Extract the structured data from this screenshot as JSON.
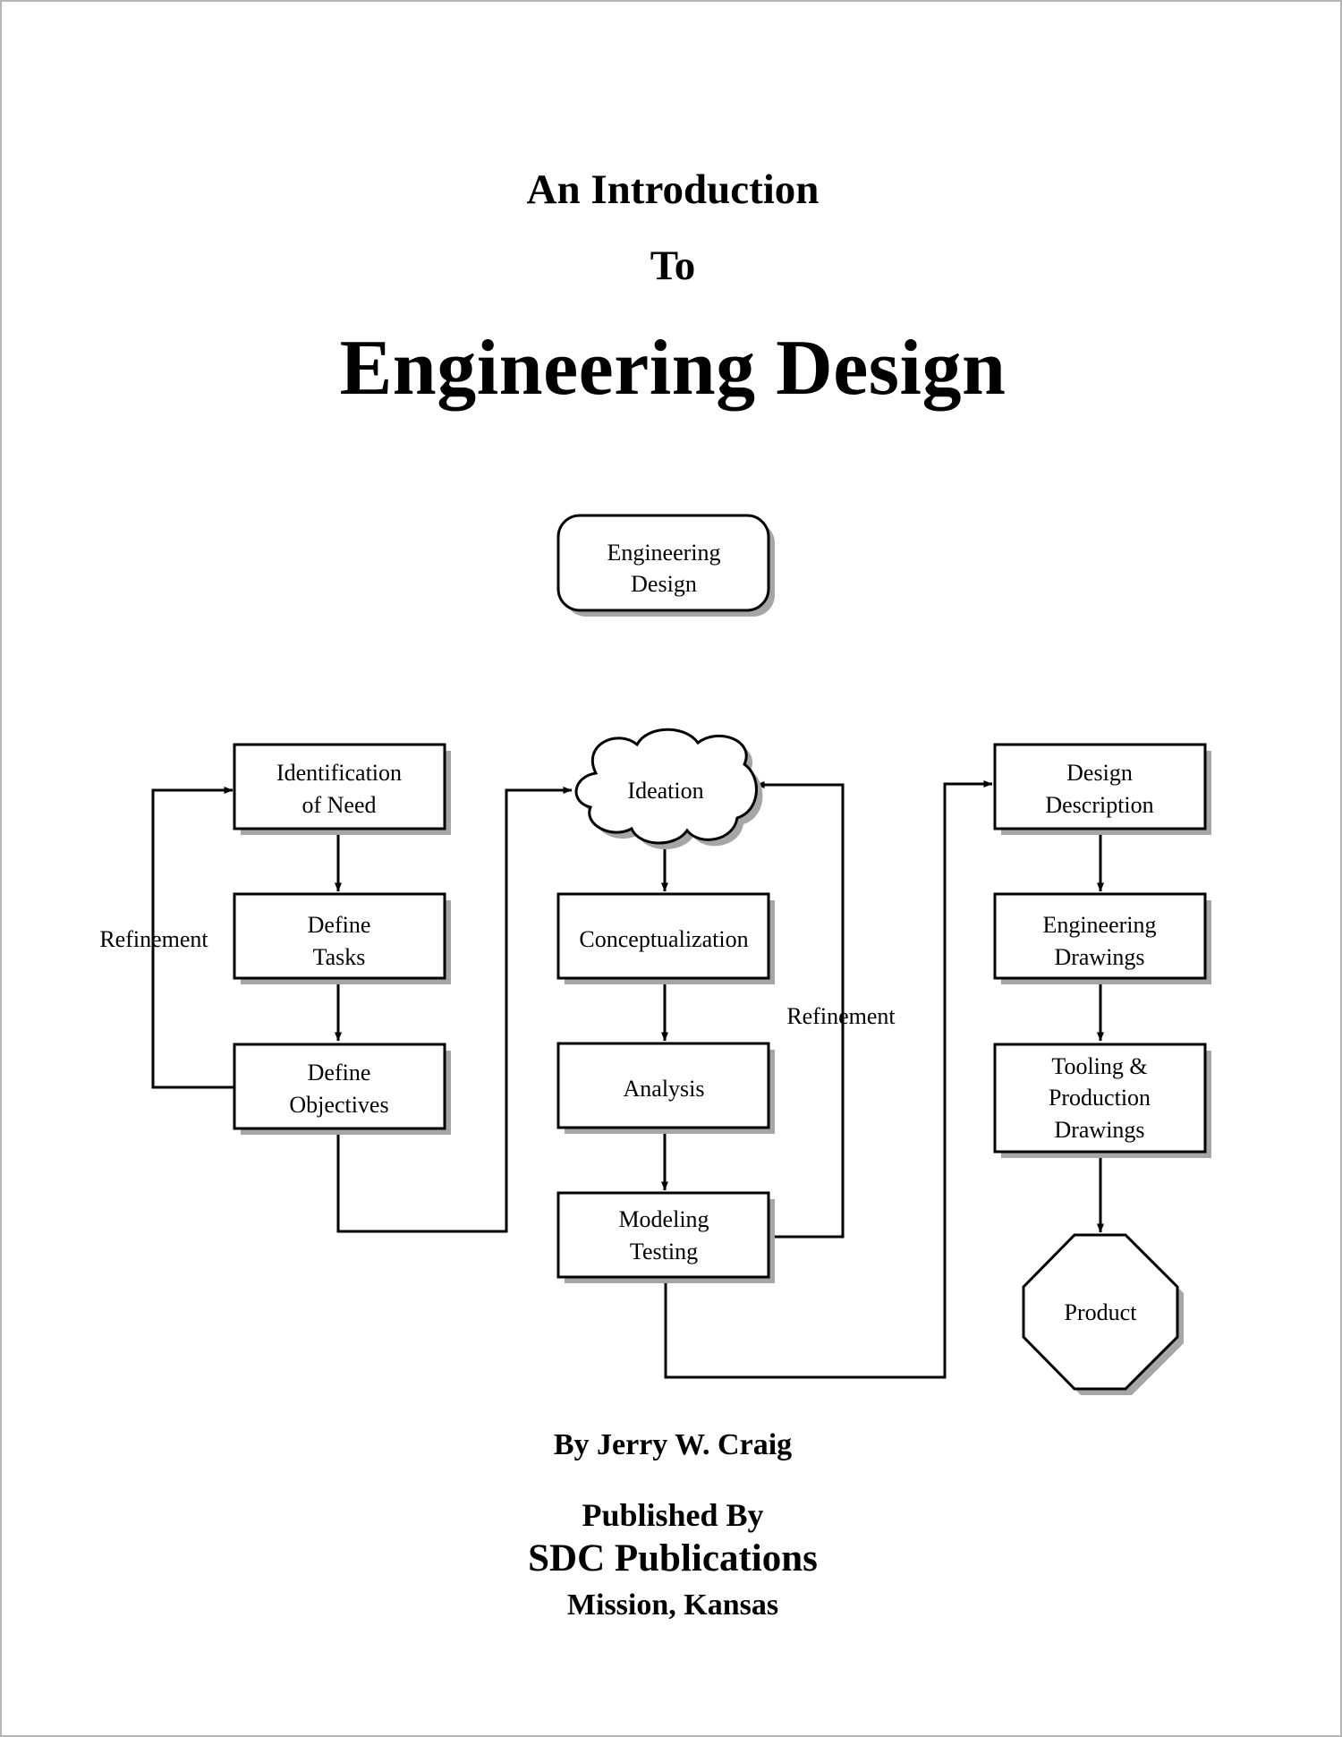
{
  "cover": {
    "subtitle_line1": "An Introduction",
    "subtitle_line2": "To",
    "title": "Engineering Design",
    "author": "By Jerry W. Craig",
    "published_by": "Published By",
    "publisher": "SDC Publications",
    "location": "Mission, Kansas"
  },
  "diagram": {
    "top_node": [
      "Engineering",
      "Design"
    ],
    "left_column": {
      "identification": [
        "Identification",
        "of Need"
      ],
      "define_tasks": [
        "Define",
        "Tasks"
      ],
      "define_objectives": [
        "Define",
        "Objectives"
      ],
      "loop_label": "Refinement"
    },
    "middle_column": {
      "ideation": "Ideation",
      "conceptualization": "Conceptualization",
      "analysis": "Analysis",
      "modeling": [
        "Modeling",
        "Testing"
      ],
      "loop_label": "Refinement"
    },
    "right_column": {
      "design_description": [
        "Design",
        "Description"
      ],
      "engineering_drawings": [
        "Engineering",
        "Drawings"
      ],
      "tooling": [
        "Tooling &",
        "Production",
        "Drawings"
      ],
      "product": "Product"
    }
  },
  "colors": {
    "shadow": "#a6a6a6",
    "border": "#000000",
    "page_border": "#b5b5b5"
  }
}
